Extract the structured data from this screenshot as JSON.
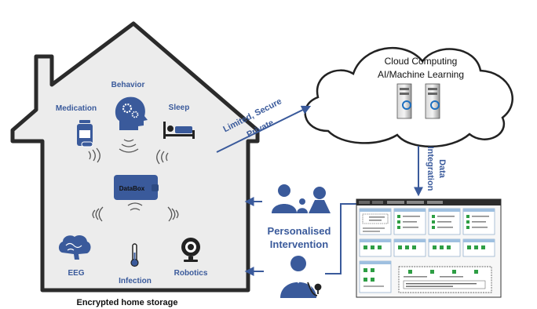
{
  "house": {
    "labels": {
      "medication": "Medication",
      "behavior": "Behavior",
      "sleep": "Sleep",
      "eeg": "EEG",
      "infection": "Infection",
      "robotics": "Robotics"
    },
    "databox": "DataBox",
    "caption": "Encrypted home storage"
  },
  "cloud": {
    "line1": "Cloud Computing",
    "line2": "AI/Machine Learning"
  },
  "arrows": {
    "secure_line1": "Limited, Secure",
    "secure_line2": "Private",
    "data_line1": "Data",
    "data_line2": "Integration"
  },
  "intervention": {
    "line1": "Personalised",
    "line2": "Intervention"
  },
  "colors": {
    "primary": "#3a5a9b",
    "house_fill": "#ececec",
    "house_stroke": "#2b2b2b"
  }
}
